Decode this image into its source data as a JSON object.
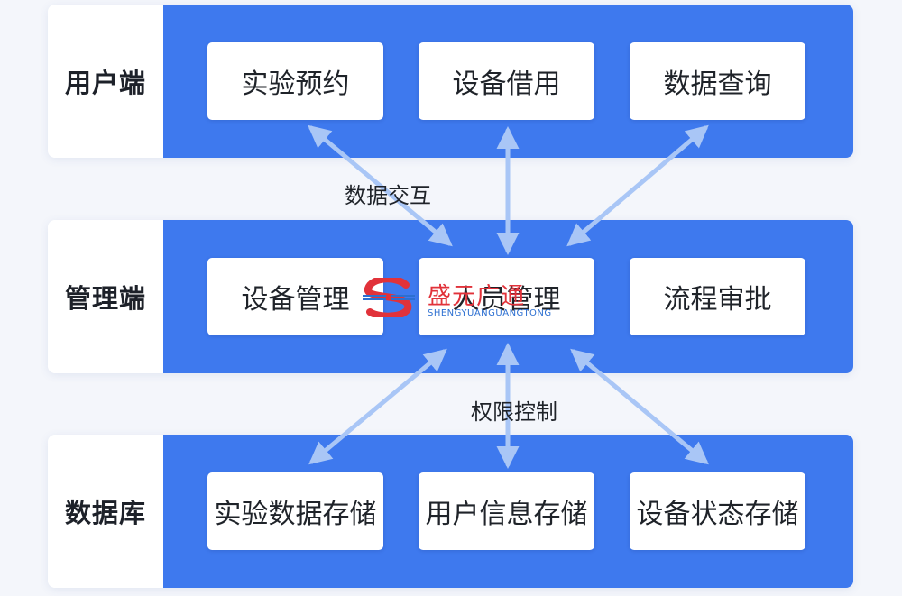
{
  "tiers": [
    {
      "label": "用户端",
      "items": [
        "实验预约",
        "设备借用",
        "数据查询"
      ]
    },
    {
      "label": "管理端",
      "items": [
        "设备管理",
        "人员管理",
        "流程审批"
      ]
    },
    {
      "label": "数据库",
      "items": [
        "实验数据存储",
        "用户信息存储",
        "设备状态存储"
      ]
    }
  ],
  "connectors": {
    "upper_label": "数据交互",
    "lower_label": "权限控制"
  },
  "watermark": {
    "name": "盛元广通",
    "pinyin": "SHENGYUANGUANGTONG"
  },
  "colors": {
    "tier_fill": "#3e79ee",
    "arrow": "#a9c6f6",
    "watermark_red": "#e1323a",
    "watermark_blue": "#2c6fd1"
  }
}
